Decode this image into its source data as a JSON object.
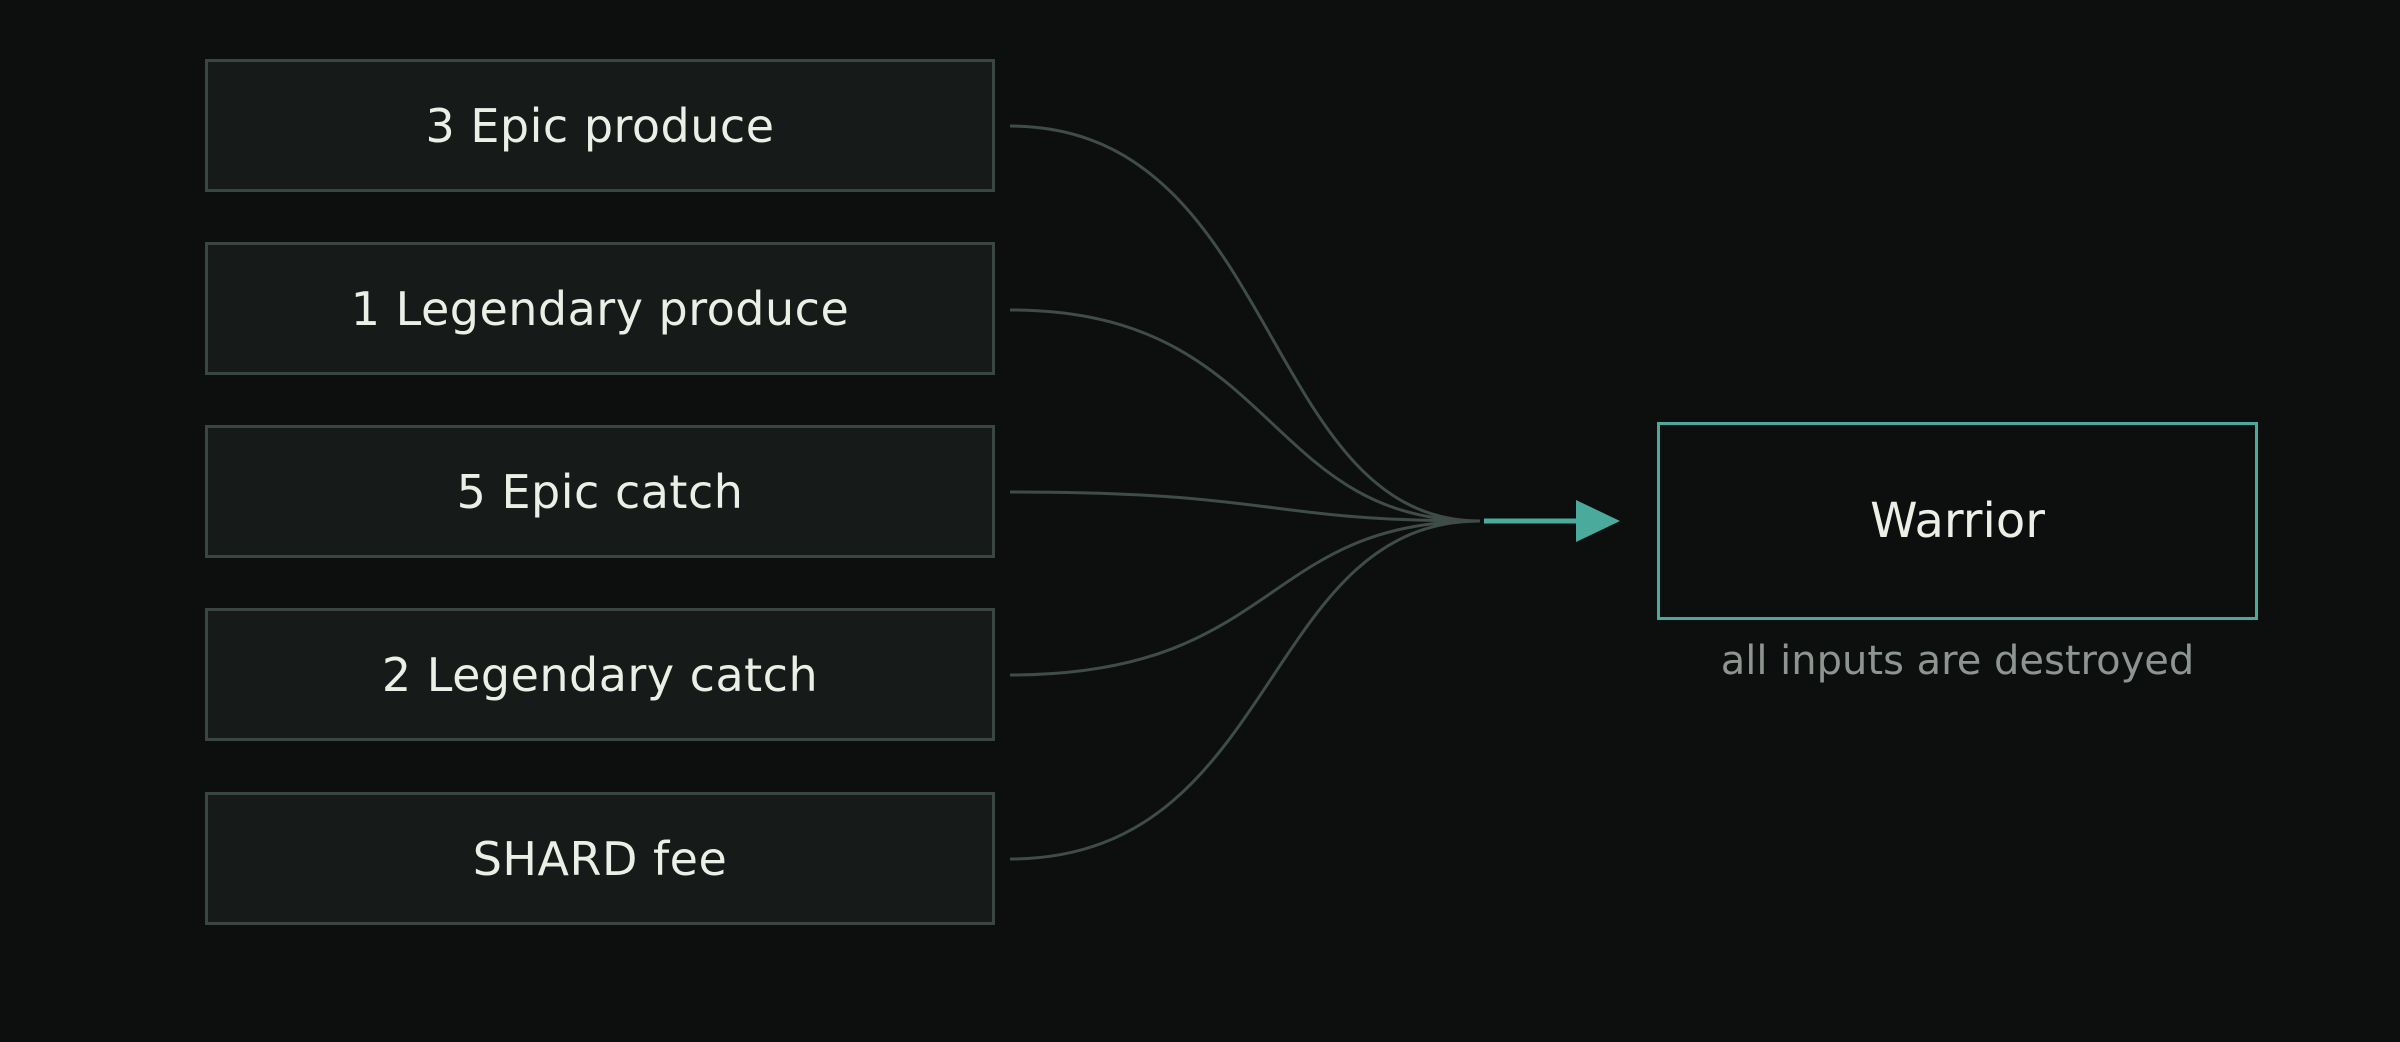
{
  "inputs": [
    {
      "label": "3 Epic produce"
    },
    {
      "label": "1 Legendary produce"
    },
    {
      "label": "5 Epic catch"
    },
    {
      "label": "2 Legendary catch"
    },
    {
      "label": "SHARD fee"
    }
  ],
  "output": {
    "label": "Warrior",
    "note": "all inputs are destroyed"
  },
  "colors": {
    "background": "#0c0f0e",
    "input_fill": "#161b1a",
    "input_border": "#3a4642",
    "connector": "#3f4c48",
    "accent": "#4aab9d",
    "text": "#ecefe6",
    "muted_text": "#8e948f"
  }
}
